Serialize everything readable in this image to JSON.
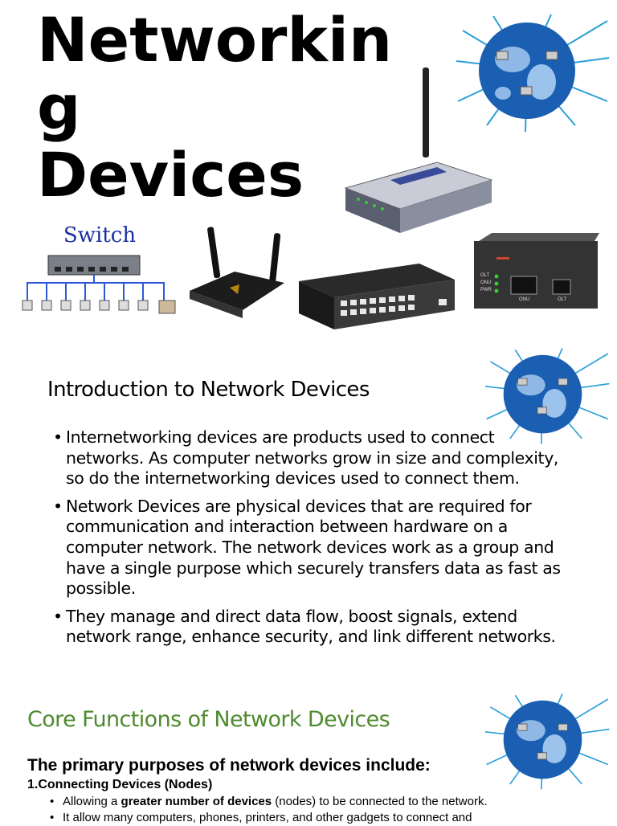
{
  "title": {
    "line1": "Networkin",
    "line2": "g",
    "line3": "Devices"
  },
  "switch_label": "Switch",
  "intro": {
    "heading": "Introduction to Network Devices",
    "bullets": [
      " Internetworking devices are products used to connect networks.  As computer networks grow in size and complexity, so do the internetworking devices used to connect them.",
      "Network Devices are physical devices that are required for communication and interaction between hardware on a computer network. The network devices work as a group and have a single purpose which securely transfers data as fast as possible.",
      "They manage and direct data flow, boost signals, extend network range, enhance security, and link different networks."
    ]
  },
  "core": {
    "heading": "Core Functions of Network Devices",
    "purposes": "The primary purposes of network devices include:",
    "item1": "1.Connecting Devices (Nodes)",
    "sub1_pre": "Allowing a ",
    "sub1_bold": "greater number of devices",
    "sub1_post": " (nodes) to be connected to the network.",
    "sub2": "It allow many computers, phones, printers, and other gadgets to connect and"
  },
  "device_labels": {
    "olt": "OLT",
    "onu": "ONU",
    "pwr": "PWR",
    "port_onu": "ONU",
    "port_olt": "OLT"
  },
  "colors": {
    "accent_green": "#4e8a2e",
    "globe_blue": "#1b5fb3",
    "cable_blue": "#2a9fd8"
  }
}
